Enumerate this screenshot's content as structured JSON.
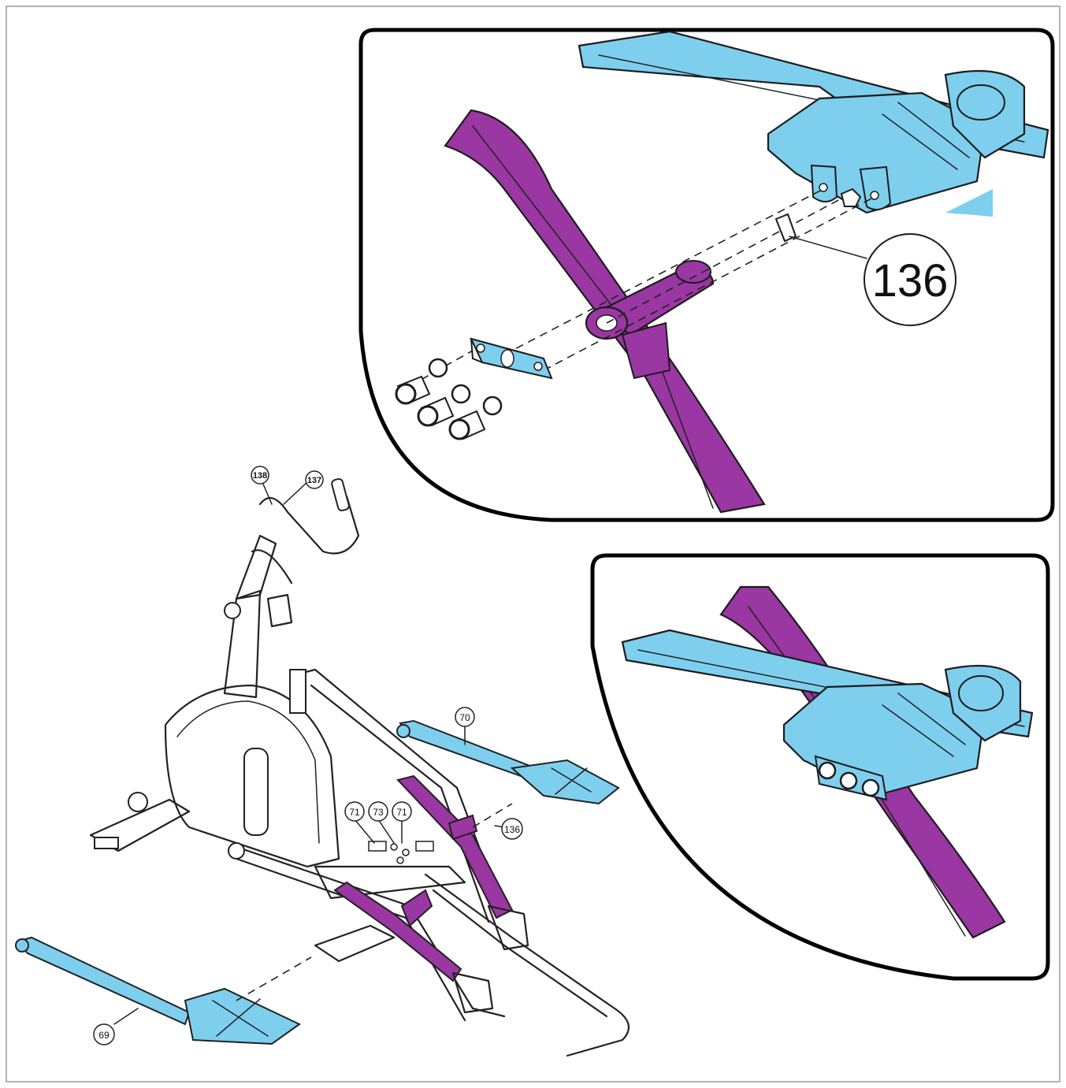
{
  "colors": {
    "blue_part": "#7ecfee",
    "purple_part": "#9a37a2",
    "outline": "#1c1c1c",
    "paper": "#ffffff"
  },
  "callouts": {
    "detail_136": "136",
    "main_138": "138",
    "main_137": "137",
    "main_70": "70",
    "main_71_left": "71",
    "main_73": "73",
    "main_71_right": "71",
    "main_136": "136",
    "main_69": "69"
  }
}
